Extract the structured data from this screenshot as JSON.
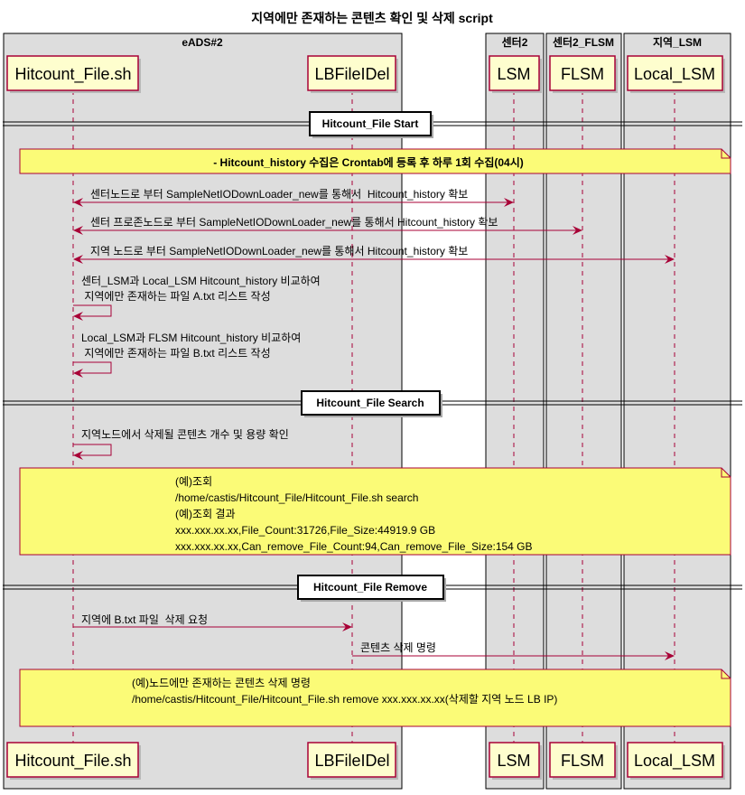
{
  "title": "지역에만 존재하는 콘텐츠 확인 및 삭제 script",
  "colors": {
    "accent": "#A80036",
    "participant_fill": "#FEFECE",
    "note_fill": "#FBFB77",
    "box_fill": "#DDDDDD"
  },
  "boxes": [
    {
      "label": "eADS#2"
    },
    {
      "label": "센터2"
    },
    {
      "label": "센터2_FLSM"
    },
    {
      "label": "지역_LSM"
    }
  ],
  "participants": [
    {
      "name": "Hitcount_File.sh"
    },
    {
      "name": "LBFileIDel"
    },
    {
      "name": "LSM"
    },
    {
      "name": "FLSM"
    },
    {
      "name": "Local_LSM"
    }
  ],
  "dividers": [
    {
      "label": "Hitcount_File Start"
    },
    {
      "label": "Hitcount_File Search"
    },
    {
      "label": "Hitcount_File Remove"
    }
  ],
  "notes": [
    {
      "lines": [
        "- Hitcount_history 수집은 Crontab에 등록 후 하루 1회 수집(04시)"
      ]
    },
    {
      "lines": [
        "(예)조회",
        "/home/castis/Hitcount_File/Hitcount_File.sh search",
        "(예)조회 결과",
        "xxx.xxx.xx.xx,File_Count:31726,File_Size:44919.9 GB",
        "xxx.xxx.xx.xx,Can_remove_File_Count:94,Can_remove_File_Size:154 GB"
      ]
    },
    {
      "lines": [
        "(예)노드에만 존재하는 콘텐츠 삭제 명령",
        "/home/castis/Hitcount_File/Hitcount_File.sh remove xxx.xxx.xx.xx(삭제할 지역 노드 LB IP)"
      ]
    }
  ],
  "messages": [
    {
      "lines": [
        "센터노드로 부터 SampleNetIODownLoader_new를 통해서  Hitcount_history 확보"
      ]
    },
    {
      "lines": [
        "센터 프로존노드로 부터 SampleNetIODownLoader_new를 통해서 Hitcount_history 확보"
      ]
    },
    {
      "lines": [
        "지역 노드로 부터 SampleNetIODownLoader_new를 통해서 Hitcount_history 확보"
      ]
    },
    {
      "lines": [
        "센터_LSM과 Local_LSM Hitcount_history 비교하여",
        " 지역에만 존재하는 파일 A.txt 리스트 작성"
      ]
    },
    {
      "lines": [
        "Local_LSM과 FLSM Hitcount_history 비교하여",
        " 지역에만 존재하는 파일 B.txt 리스트 작성"
      ]
    },
    {
      "lines": [
        "지역노드에서 삭제될 콘텐츠 개수 및 용량 확인"
      ]
    },
    {
      "lines": [
        "지역에 B.txt 파일  삭제 요청"
      ]
    },
    {
      "lines": [
        "콘텐츠 삭제 명령"
      ]
    }
  ]
}
